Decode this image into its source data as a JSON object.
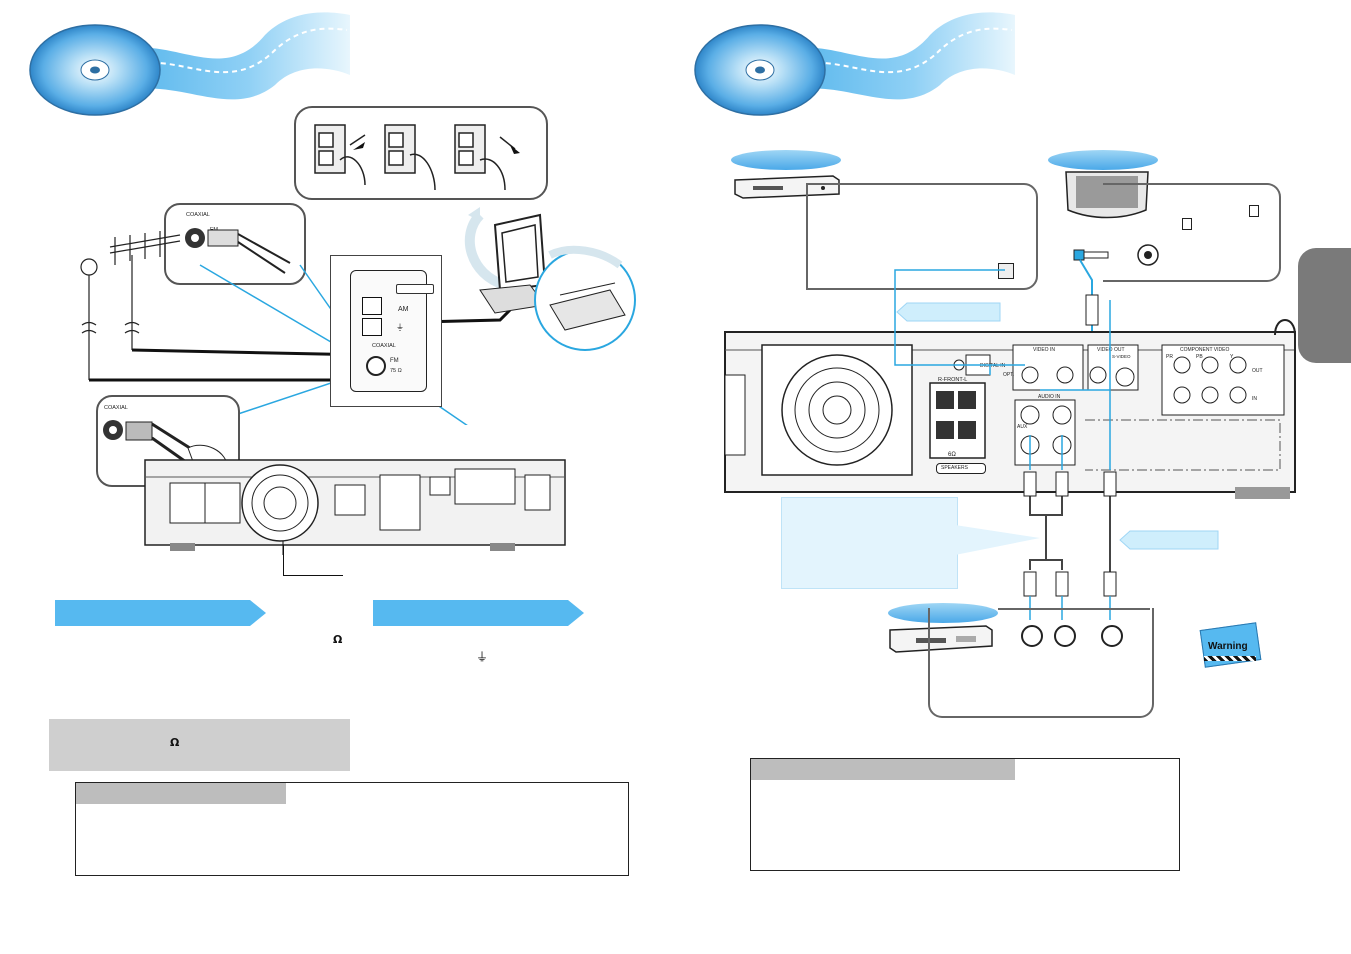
{
  "left_page": {
    "coaxial_label_top": "COAXIAL",
    "fm_label_top": "FM",
    "am_label": "AM",
    "coaxial_label_panel": "COAXIAL",
    "fm_label_panel": "FM",
    "ohm_label_panel": "75 Ω",
    "coaxial_label_bottom": "COAXIAL",
    "ohm_symbol_text": "Ω",
    "ground_symbol": "⏚",
    "ohm_symbol_grey": "Ω"
  },
  "right_page": {
    "warning_label": "Warning",
    "panel": {
      "digital_in": "DIGITAL IN",
      "opt": "OPT.",
      "video_in": "VIDEO IN",
      "video_out": "VIDEO OUT",
      "s_video": "S-VIDEO",
      "component_video": "COMPONENT VIDEO",
      "pr": "PR",
      "pb": "PB",
      "y": "Y",
      "out": "OUT",
      "in": "IN",
      "r_front_l": "R-FRONT-L",
      "ohm6": "6Ω",
      "speakers": "SPEAKERS",
      "audio_in": "AUDIO IN",
      "aux": "AUX"
    }
  },
  "colors": {
    "accent_blue": "#56b9f0",
    "cable_blue": "#2aa7e0",
    "grey_bar": "#bdbdbd",
    "side_tab": "#7a7a7a"
  }
}
